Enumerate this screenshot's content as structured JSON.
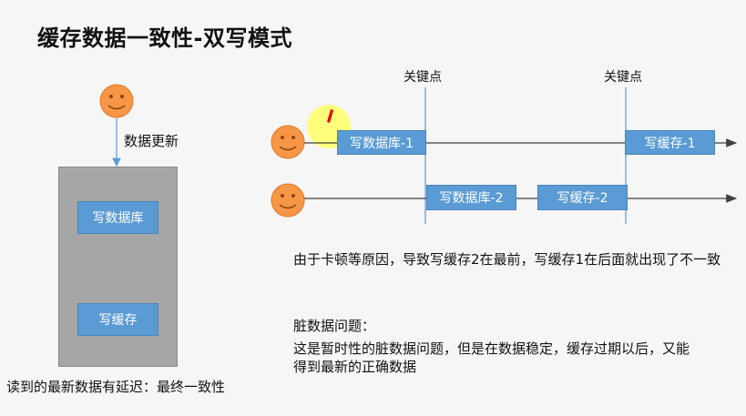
{
  "slide": {
    "title": "缓存数据一致性-双写模式"
  },
  "left_panel": {
    "update_label": "数据更新",
    "box_write_db": "写数据库",
    "box_write_cache": "写缓存",
    "footer_note": "读到的最新数据有延迟：最终一致性"
  },
  "timeline": {
    "keypoint_label_1": "关键点",
    "keypoint_label_2": "关键点",
    "row1": {
      "step1": "写数据库-1",
      "step2": "写缓存-1"
    },
    "row2": {
      "step1": "写数据库-2",
      "step2": "写缓存-2"
    }
  },
  "explanation": {
    "cause": "由于卡顿等原因，导致写缓存2在最前，写缓存1在后面就出现了不一致",
    "dirty_title": "脏数据问题：",
    "dirty_line1": "这是暂时性的脏数据问题，但是在数据稳定，缓存过期以后，又能",
    "dirty_line2": "得到最新的正确数据"
  },
  "colors": {
    "box_blue": "#5b9bd5",
    "face_orange": "#f79646",
    "highlight_yellow": "#ffff66",
    "panel_gray": "#a6a6a6"
  },
  "icons": {
    "user_face": "smiley-face-icon",
    "pointer": "laser-pointer-highlight"
  }
}
